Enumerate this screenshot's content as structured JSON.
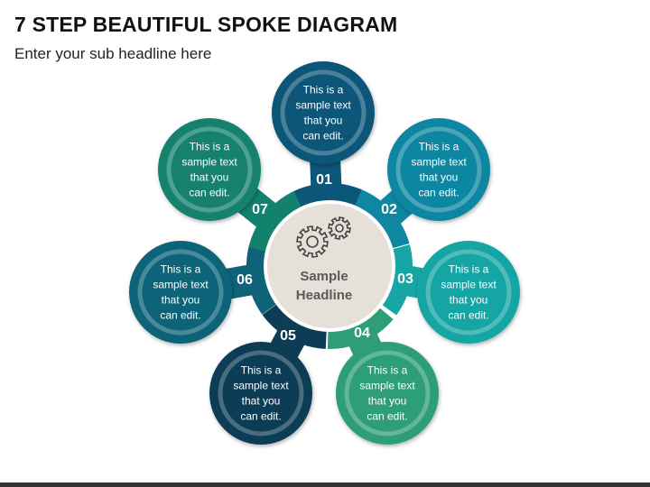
{
  "header": {
    "title": "7 STEP BEAUTIFUL SPOKE DIAGRAM",
    "subtitle": "Enter your sub headline here"
  },
  "center": {
    "headline_line1": "Sample",
    "headline_line2": "Headline",
    "icon": "gears-icon",
    "fill_color": "#e5e0d8"
  },
  "steps": [
    {
      "number": "01",
      "lines": [
        "This is a",
        "sample text",
        "that you",
        "can edit."
      ],
      "color": "#0c5679"
    },
    {
      "number": "02",
      "lines": [
        "This is a",
        "sample text",
        "that you",
        "can edit."
      ],
      "color": "#0f87a1"
    },
    {
      "number": "03",
      "lines": [
        "This is a",
        "sample text",
        "that you",
        "can edit."
      ],
      "color": "#17a5a5"
    },
    {
      "number": "04",
      "lines": [
        "This is a",
        "sample text",
        "that you",
        "can edit."
      ],
      "color": "#2f9e78"
    },
    {
      "number": "05",
      "lines": [
        "This is a",
        "sample text",
        "that you",
        "can edit."
      ],
      "color": "#0d3d56"
    },
    {
      "number": "06",
      "lines": [
        "This is a",
        "sample text",
        "that you",
        "can edit."
      ],
      "color": "#0e6378"
    },
    {
      "number": "07",
      "lines": [
        "This is a",
        "sample text",
        "that you",
        "can edit."
      ],
      "color": "#12826e"
    }
  ]
}
